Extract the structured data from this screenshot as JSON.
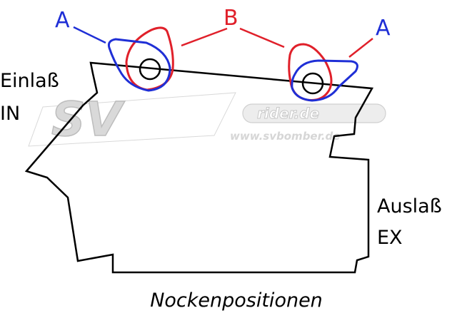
{
  "labels": {
    "intake_line1": "Einlaß",
    "intake_line2": "IN",
    "exhaust_line1": "Auslaß",
    "exhaust_line2": "EX",
    "caption": "Nockenpositionen",
    "letter_a_left": "A",
    "letter_a_right": "A",
    "letter_b": "B"
  },
  "watermark": {
    "logo_text": "SV",
    "tag_text": "rider.de",
    "url_text": "www.svbomber.de"
  },
  "colors": {
    "position_a": "#1f2fd6",
    "position_b": "#e0202a",
    "outline": "#000000",
    "watermark": "#d9d9d9",
    "watermark_edge": "#bdbdbd"
  }
}
